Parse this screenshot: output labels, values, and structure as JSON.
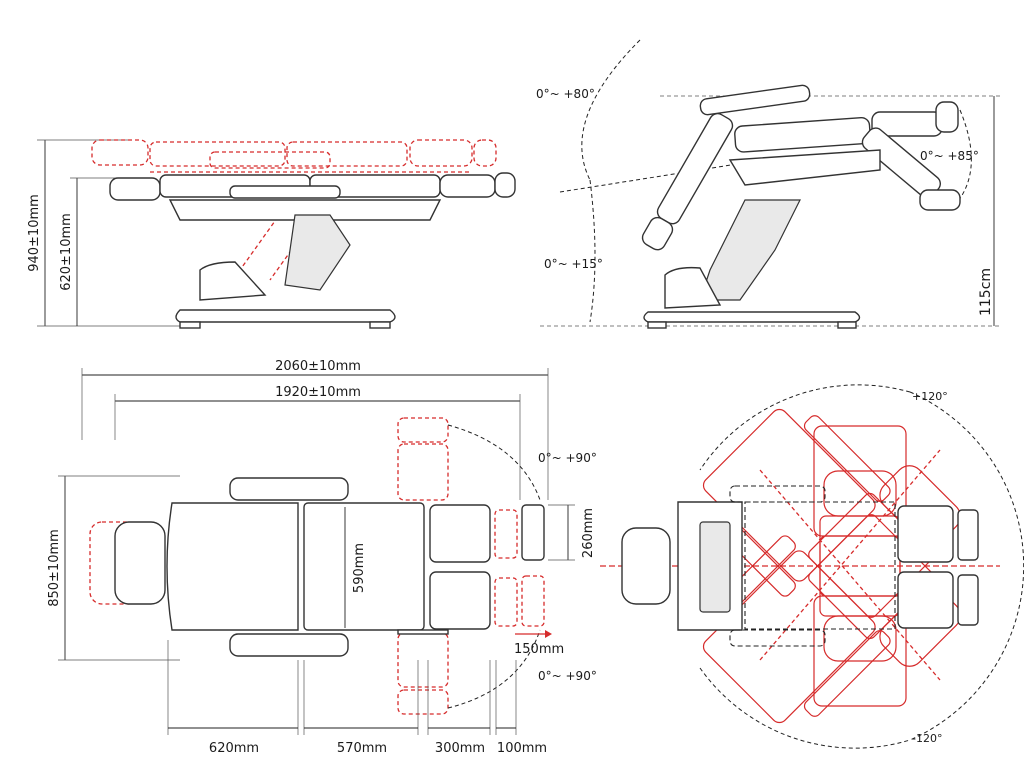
{
  "labels": {
    "side_total_height": "940±10mm",
    "side_seat_height": "620±10mm",
    "back_angle": "0°~ +80°",
    "tilt_angle": "0°~ +15°",
    "leg_angle": "0°~ +85°",
    "raised_height": "115cm",
    "total_length": "2060±10mm",
    "body_length": "1920±10mm",
    "footrest_swing_top": "0°~ +90°",
    "footrest_swing_bottom": "0°~ +90°",
    "width": "850±10mm",
    "seat_width": "590mm",
    "foot_width": "260mm",
    "foot_extension": "150mm",
    "seg_back": "620mm",
    "seg_seat": "570mm",
    "seg_leg": "300mm",
    "seg_foot": "100mm",
    "rotate_plus": "+120°",
    "rotate_minus": "-120°"
  },
  "colors": {
    "outline": "#333333",
    "motion": "#d62b2b",
    "dimension": "#222222"
  }
}
